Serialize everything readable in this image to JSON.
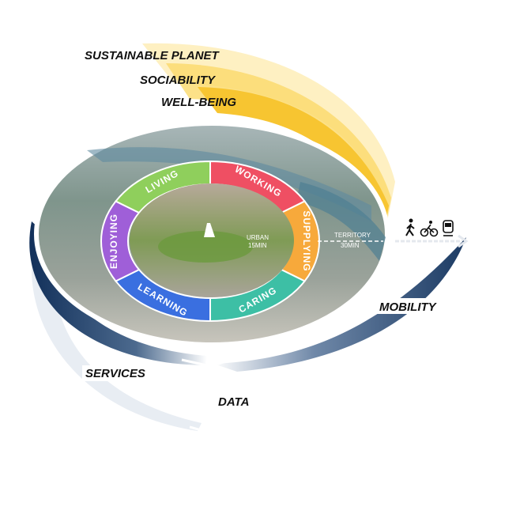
{
  "layers": {
    "sustainable_planet": "SUSTAINABLE PLANET",
    "sociability": "SOCIABILITY",
    "well_being": "WELL-BEING"
  },
  "ring": [
    {
      "key": "working",
      "label": "WORKING",
      "color": "#ef4f63"
    },
    {
      "key": "supplying",
      "label": "SUPPLYING",
      "color": "#f7a93b"
    },
    {
      "key": "caring",
      "label": "CARING",
      "color": "#3dbfa5"
    },
    {
      "key": "learning",
      "label": "LEARNING",
      "color": "#3a6fe0"
    },
    {
      "key": "enjoying",
      "label": "ENJOYING",
      "color": "#9f5fd8"
    },
    {
      "key": "living",
      "label": "LIVING",
      "color": "#8fcf5c"
    }
  ],
  "urban": {
    "line1": "URBAN",
    "line2": "15MIN"
  },
  "territory": {
    "line1": "TERRITORY",
    "line2": "30MIN"
  },
  "flows": {
    "mobility": "MOBILITY",
    "services": "SERVICES",
    "data": "DATA"
  },
  "mobility_icons": [
    "walking-icon",
    "bicycle-icon",
    "train-icon"
  ],
  "colors": {
    "navy": "#1b3a63",
    "yellow": "#f7c531"
  }
}
